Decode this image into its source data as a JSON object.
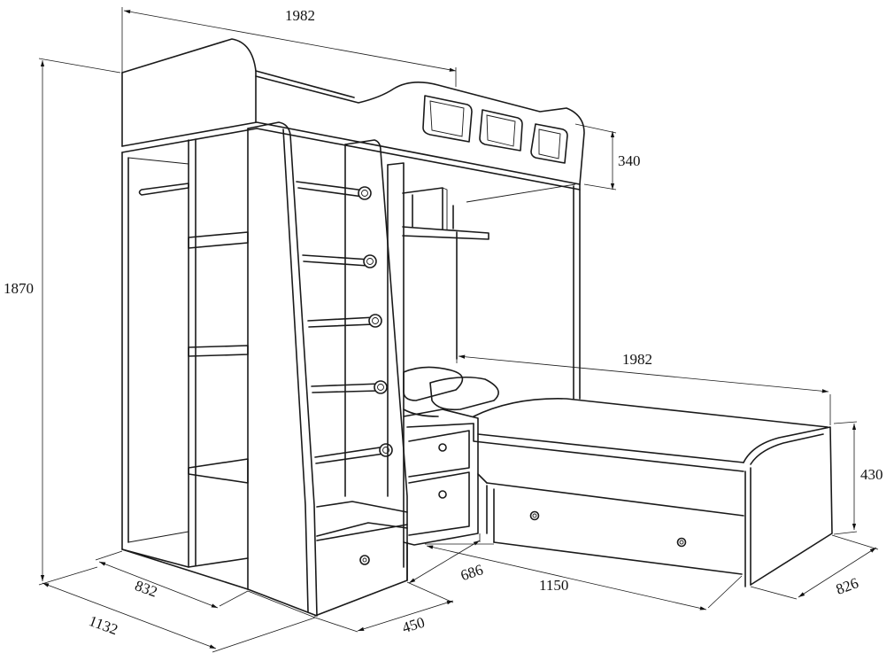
{
  "diagram": {
    "dimensions": {
      "top_length": "1982",
      "total_height": "1870",
      "top_rail": "340",
      "bed_length": "1982",
      "bed_height": "430",
      "depth_wardrobe": "832",
      "base_length": "1132",
      "stair_width": "450",
      "chest_width": "686",
      "drawer_length": "1150",
      "bed_width": "826"
    }
  }
}
